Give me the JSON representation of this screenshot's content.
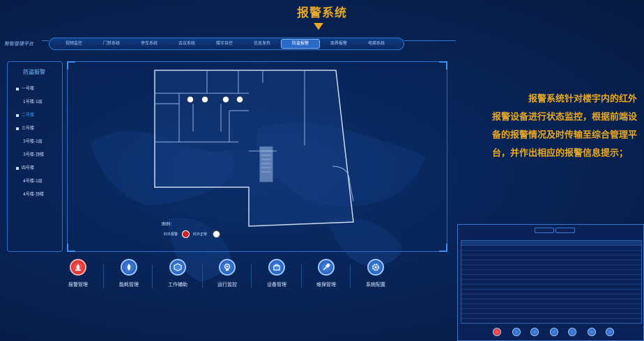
{
  "header": {
    "title": "报警系统"
  },
  "app": {
    "logo": "智能管理平台",
    "nav_tabs": [
      {
        "label": "视频监控",
        "active": false
      },
      {
        "label": "门禁系统",
        "active": false
      },
      {
        "label": "停车系统",
        "active": false
      },
      {
        "label": "会议系统",
        "active": false
      },
      {
        "label": "楼宇自控",
        "active": false
      },
      {
        "label": "信息发布",
        "active": false
      },
      {
        "label": "防盗报警",
        "active": true
      },
      {
        "label": "周界报警",
        "active": false
      },
      {
        "label": "电梯系统",
        "active": false
      }
    ],
    "sidebar": {
      "title": "防盗报警",
      "items": [
        {
          "label": "一号楼",
          "level": 1
        },
        {
          "label": "1号楼-1层",
          "level": 2
        },
        {
          "label": "二号楼",
          "level": 1,
          "selected": true
        },
        {
          "label": "三号楼",
          "level": 1
        },
        {
          "label": "3号楼-1层",
          "level": 2
        },
        {
          "label": "3号楼-顶楼",
          "level": 2
        },
        {
          "label": "四号楼",
          "level": 1
        },
        {
          "label": "4号楼-1层",
          "level": 2
        },
        {
          "label": "4号楼-顶楼",
          "level": 2
        }
      ]
    },
    "legend": {
      "title": "图例：",
      "item_a": "红外报警",
      "item_b": "红外正常"
    },
    "toolbar": [
      {
        "label": "报警管理",
        "icon": "alarm-icon",
        "highlight": true
      },
      {
        "label": "能耗管理",
        "icon": "energy-icon"
      },
      {
        "label": "工作辅助",
        "icon": "cube-icon"
      },
      {
        "label": "运行监控",
        "icon": "camera-icon"
      },
      {
        "label": "设备管理",
        "icon": "device-icon"
      },
      {
        "label": "维保管理",
        "icon": "wrench-icon"
      },
      {
        "label": "系统配置",
        "icon": "gear-icon"
      }
    ]
  },
  "description": {
    "text": "报警系统针对楼宇内的红外报警设备进行状态监控，根据前端设备的报警情况及时传输至综合管理平台，并作出相应的报警信息提示；"
  },
  "colors": {
    "accent": "#e8a824",
    "frame": "#2c6ec8",
    "alarm": "#d02020"
  }
}
